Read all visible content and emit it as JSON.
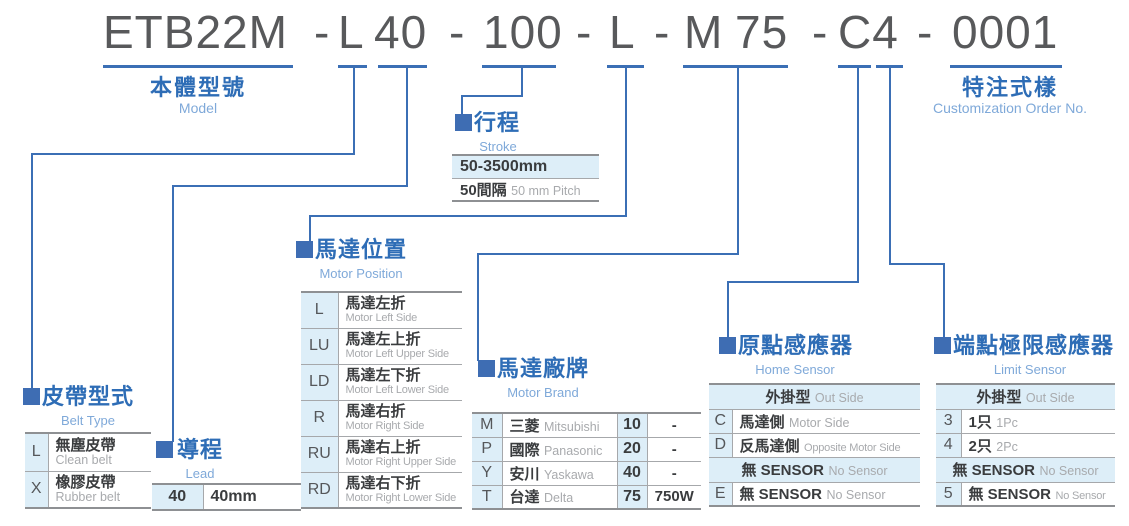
{
  "title": {
    "parts": [
      "ETB22M",
      "-",
      "L",
      "40",
      "-",
      "100",
      "-",
      "L",
      "-",
      "M",
      "75",
      "-",
      "C4",
      "-",
      "0001"
    ]
  },
  "labels": {
    "model": {
      "zh": "本體型號",
      "en": "Model"
    },
    "customization": {
      "zh": "特注式樣",
      "en": "Customization Order No."
    }
  },
  "sections": {
    "belt_type": {
      "zh": "皮帶型式",
      "en": "Belt Type",
      "rows": [
        {
          "code": "L",
          "zh": "無塵皮帶",
          "en": "Clean belt"
        },
        {
          "code": "X",
          "zh": "橡膠皮帶",
          "en": "Rubber belt"
        }
      ]
    },
    "lead": {
      "zh": "導程",
      "en": "Lead",
      "rows": [
        {
          "code": "40",
          "desc": "40mm"
        }
      ]
    },
    "stroke": {
      "zh": "行程",
      "en": "Stroke",
      "range": "50-3500mm",
      "pitch_zh": "50間隔",
      "pitch_en": "50 mm Pitch"
    },
    "motor_position": {
      "zh": "馬達位置",
      "en": "Motor Position",
      "rows": [
        {
          "code": "L",
          "zh": "馬達左折",
          "en": "Motor Left Side"
        },
        {
          "code": "LU",
          "zh": "馬達左上折",
          "en": "Motor Left Upper Side"
        },
        {
          "code": "LD",
          "zh": "馬達左下折",
          "en": "Motor Left Lower Side"
        },
        {
          "code": "R",
          "zh": "馬達右折",
          "en": "Motor Right Side"
        },
        {
          "code": "RU",
          "zh": "馬達右上折",
          "en": "Motor Right Upper Side"
        },
        {
          "code": "RD",
          "zh": "馬達右下折",
          "en": "Motor Right Lower Side"
        }
      ]
    },
    "motor_brand": {
      "zh": "馬達廠牌",
      "en": "Motor Brand",
      "rows": [
        {
          "code": "M",
          "zh": "三菱",
          "en": "Mitsubishi",
          "power": "10",
          "watt": "-"
        },
        {
          "code": "P",
          "zh": "國際",
          "en": "Panasonic",
          "power": "20",
          "watt": "-"
        },
        {
          "code": "Y",
          "zh": "安川",
          "en": "Yaskawa",
          "power": "40",
          "watt": "-"
        },
        {
          "code": "T",
          "zh": "台達",
          "en": "Delta",
          "power": "75",
          "watt": "750W"
        }
      ]
    },
    "home_sensor": {
      "zh": "原點感應器",
      "en": "Home Sensor",
      "header1": {
        "zh": "外掛型",
        "en": "Out Side"
      },
      "rows1": [
        {
          "code": "C",
          "zh": "馬達側",
          "en": "Motor Side"
        },
        {
          "code": "D",
          "zh": "反馬達側",
          "en": "Opposite Motor Side"
        }
      ],
      "header2": {
        "zh": "無 SENSOR",
        "en": "No Sensor"
      },
      "rows2": [
        {
          "code": "E",
          "zh": "無 SENSOR",
          "en": "No Sensor"
        }
      ]
    },
    "limit_sensor": {
      "zh": "端點極限感應器",
      "en": "Limit Sensor",
      "header1": {
        "zh": "外掛型",
        "en": "Out Side"
      },
      "rows1": [
        {
          "code": "3",
          "zh": "1只",
          "en": "1Pc"
        },
        {
          "code": "4",
          "zh": "2只",
          "en": "2Pc"
        }
      ],
      "header2": {
        "zh": "無 SENSOR",
        "en": "No Sensor"
      },
      "rows2": [
        {
          "code": "5",
          "zh": "無 SENSOR",
          "en": "No Sensor"
        }
      ]
    }
  },
  "colors": {
    "accent_blue": "#2e6db6",
    "line_blue": "#3b6fb5",
    "light_blue_bg": "#ddeef8",
    "text_dark": "#3a3c3e",
    "text_gray": "#a8aaad",
    "title_gray": "#58595b"
  }
}
